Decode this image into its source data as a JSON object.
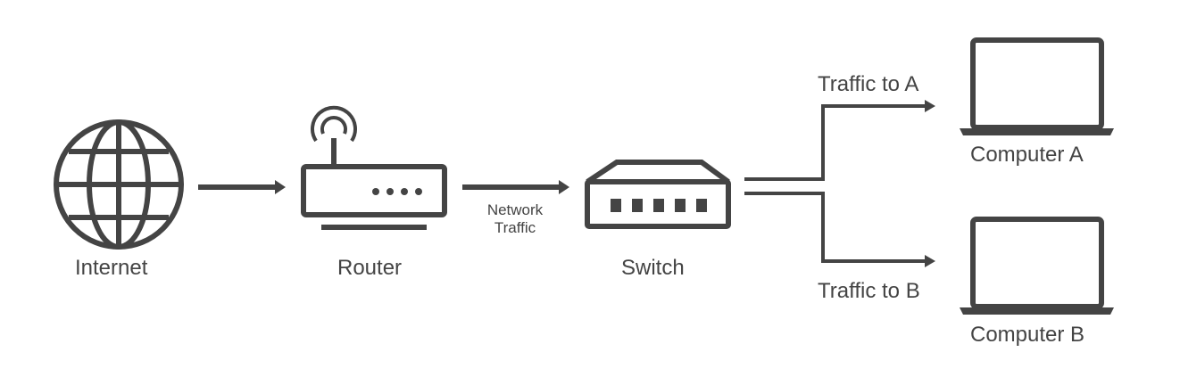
{
  "colors": {
    "stroke": "#444444",
    "background": "#ffffff"
  },
  "nodes": {
    "internet": {
      "label": "Internet",
      "icon": "globe-icon"
    },
    "router": {
      "label": "Router",
      "icon": "router-icon"
    },
    "switch": {
      "label": "Switch",
      "icon": "switch-icon"
    },
    "computer_a": {
      "label": "Computer A",
      "icon": "laptop-icon"
    },
    "computer_b": {
      "label": "Computer B",
      "icon": "laptop-icon"
    }
  },
  "edges": {
    "router_to_switch": {
      "label_line1": "Network",
      "label_line2": "Traffic"
    },
    "to_a": {
      "label": "Traffic to A"
    },
    "to_b": {
      "label": "Traffic to B"
    }
  }
}
